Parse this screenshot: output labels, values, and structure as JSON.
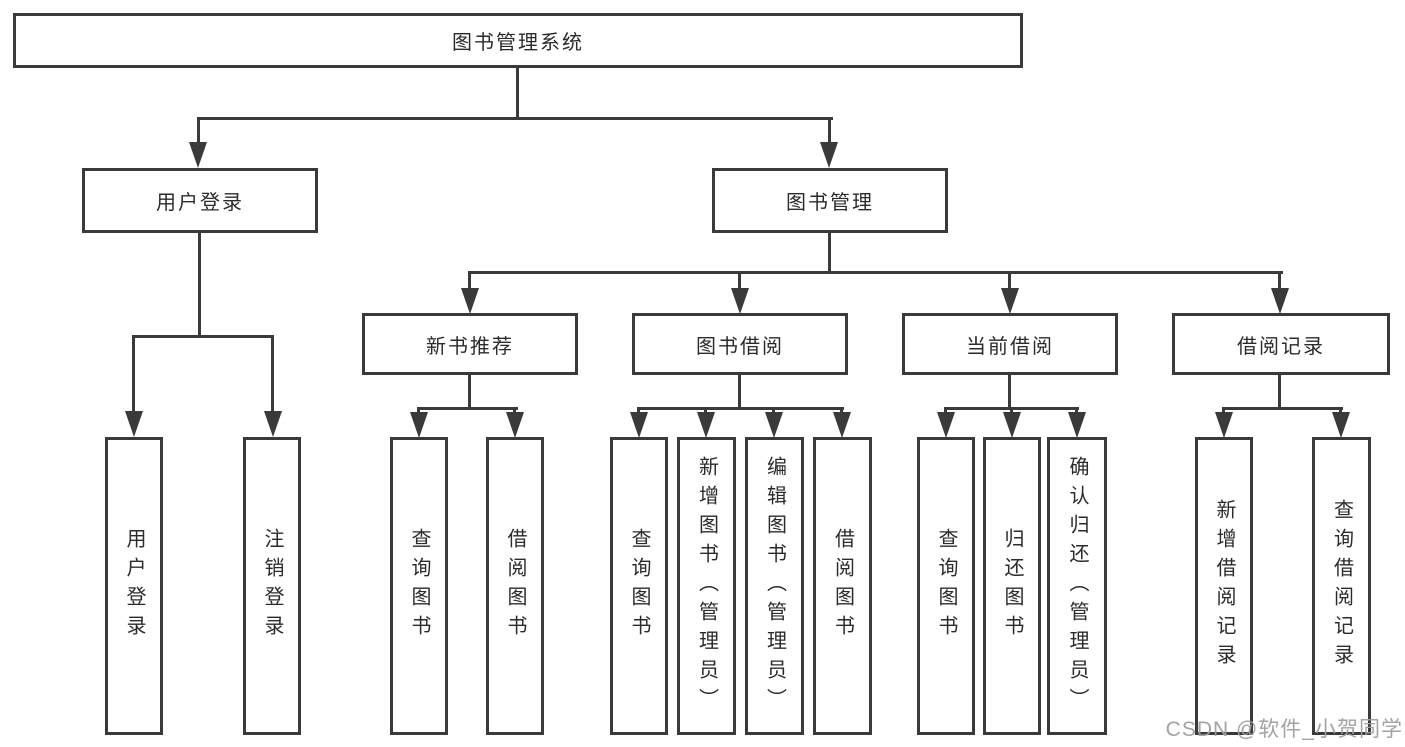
{
  "tree": {
    "label": "图书管理系统",
    "children": [
      {
        "label": "用户登录",
        "children": [
          {
            "label": "用户登录"
          },
          {
            "label": "注销登录"
          }
        ]
      },
      {
        "label": "图书管理",
        "children": [
          {
            "label": "新书推荐",
            "children": [
              {
                "label": "查询图书"
              },
              {
                "label": "借阅图书"
              }
            ]
          },
          {
            "label": "图书借阅",
            "children": [
              {
                "label": "查询图书"
              },
              {
                "label": "新增图书（管理员）"
              },
              {
                "label": "编辑图书（管理员）"
              },
              {
                "label": "借阅图书"
              }
            ]
          },
          {
            "label": "当前借阅",
            "children": [
              {
                "label": "查询图书"
              },
              {
                "label": "归还图书"
              },
              {
                "label": "确认归还（管理员）"
              }
            ]
          },
          {
            "label": "借阅记录",
            "children": [
              {
                "label": "新增借阅记录"
              },
              {
                "label": "查询借阅记录"
              }
            ]
          }
        ]
      }
    ]
  },
  "watermark": "CSDN @软件_小贺同学",
  "colors": {
    "line": "#3a3a3a",
    "box_border": "#3a3a3a",
    "box_fill": "#ffffff",
    "text": "#2b2b2b",
    "watermark": "#9e9e9e",
    "background": "#ffffff"
  }
}
